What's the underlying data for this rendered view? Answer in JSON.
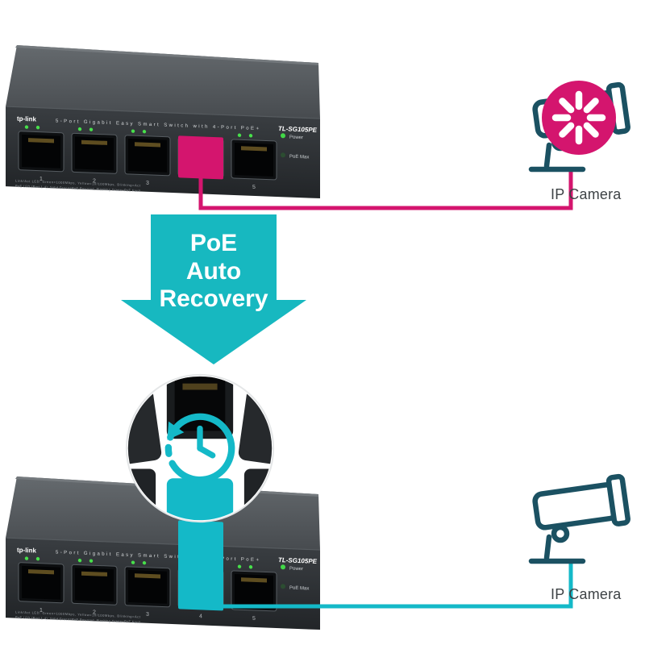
{
  "title": "PoE Auto Recovery diagram",
  "colors": {
    "pink": "#d4156e",
    "teal": "#17b8c0",
    "teal_dark": "#1b5162",
    "switch_gray": "#33373b",
    "led_green": "#42d848"
  },
  "arrow": {
    "line1": "PoE",
    "line2": "Auto",
    "line3": "Recovery"
  },
  "switch": {
    "brand": "tp-link",
    "tagline": "5-Port Gigabit Easy Smart Switch with 4-Port PoE+",
    "model": "TL-SG105PE",
    "ports": [
      "1",
      "2",
      "3",
      "4",
      "5"
    ],
    "power_label": "Power",
    "poe_max_label": "PoE Max",
    "smallprint1": "Link/Act LED: Green=1000Mbps, Yellow=10/100Mbps, Blinking=Act",
    "smallprint2": "PoE LED (Port 1-4): Solid Green=PoE Powered, Flashing Green=PoE Fault"
  },
  "camera_top": {
    "label": "IP Camera",
    "status_icon": "loading-spinner-error"
  },
  "camera_bottom": {
    "label": "IP Camera",
    "status_icon": "none"
  },
  "badge": {
    "icon": "auto-recovery-clock"
  }
}
